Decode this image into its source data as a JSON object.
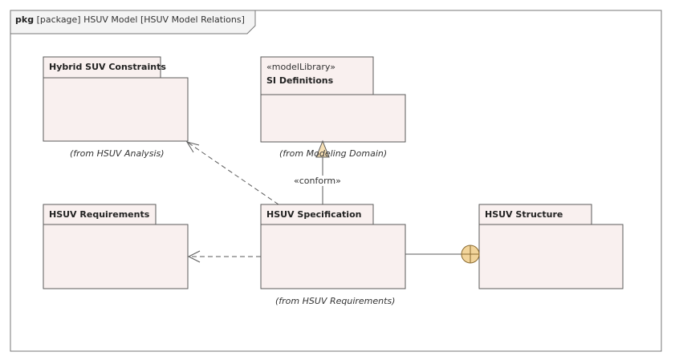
{
  "frame": {
    "kind": "pkg",
    "label": "[package] HSUV Model [HSUV Model Relations]"
  },
  "packages": {
    "hybrid_suv_constraints": {
      "name": "Hybrid SUV Constraints",
      "from": "(from HSUV Analysis)"
    },
    "si_definitions": {
      "stereotype": "«modelLibrary»",
      "name": "SI Definitions",
      "from": "(from Modeling Domain)"
    },
    "hsuv_requirements": {
      "name": "HSUV Requirements"
    },
    "hsuv_specification": {
      "name": "HSUV Specification",
      "from": "(from HSUV Requirements)"
    },
    "hsuv_structure": {
      "name": "HSUV Structure"
    }
  },
  "relations": {
    "conform_label": "«conform»"
  },
  "colors": {
    "package_fill": "#f9f0ef",
    "border": "#5a5a5a",
    "frame_border": "#777777",
    "arrow_fill": "#f7e0b5",
    "containment_fill": "#f2d49a"
  }
}
